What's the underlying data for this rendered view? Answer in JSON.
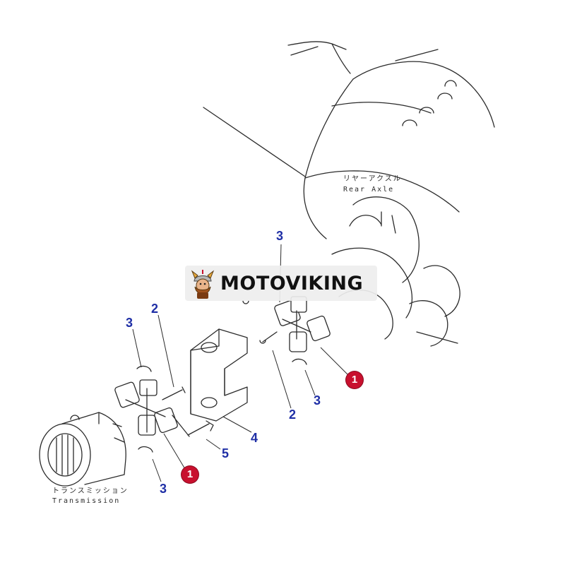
{
  "labels": {
    "rear_axle_jp": "リヤーアクスル",
    "rear_axle_en": "Rear Axle",
    "transmission_jp": "トランスミッション",
    "transmission_en": "Transmission"
  },
  "callouts": {
    "c1": "3",
    "c2": "2",
    "c3": "3",
    "c4": "4",
    "c5": "5",
    "c6": "2",
    "c7": "3",
    "c8": "3"
  },
  "badges": {
    "b1": "1",
    "b2": "1"
  },
  "watermark": {
    "text": "MOTOVIKING"
  },
  "colors": {
    "callout": "#1f2fa6",
    "badge": "#c8102e",
    "line": "#2b2b2b"
  }
}
